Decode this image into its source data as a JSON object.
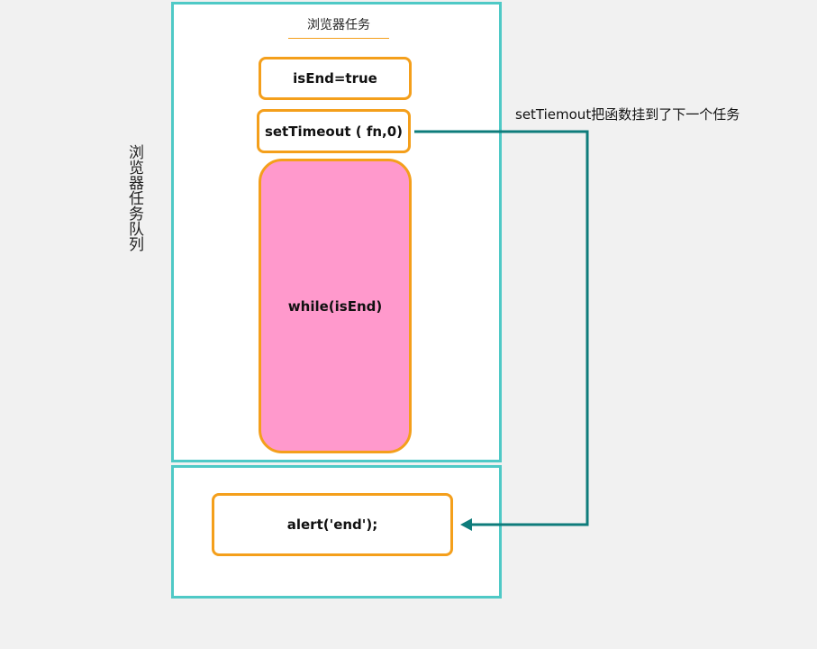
{
  "queue_label": "浏览器任务队列",
  "task1": {
    "title": "浏览器任务",
    "statement_1": "isEnd=true",
    "statement_2": "setTimeout ( fn,0)",
    "statement_3": "while(isEnd)"
  },
  "task2": {
    "statement_1": "alert('end');"
  },
  "arrow_annotation": "setTiemout把函数挂到了下一个任务",
  "colors": {
    "panel_border": "#4fc9c6",
    "box_border": "#f49f1b",
    "loop_fill": "#ff99cc",
    "arrow": "#0e7c7b"
  }
}
